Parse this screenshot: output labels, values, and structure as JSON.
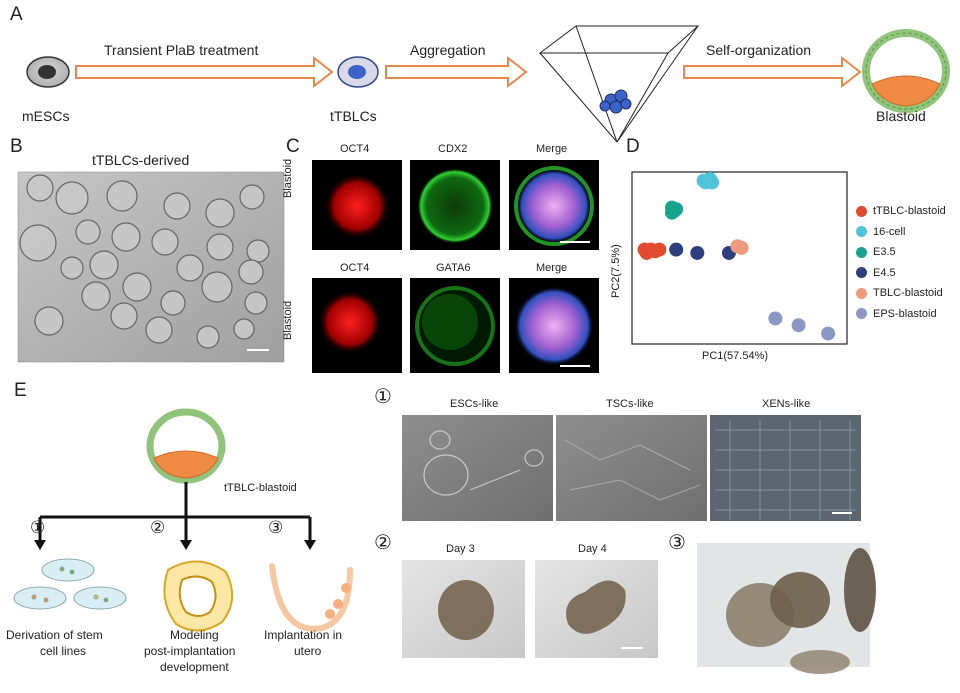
{
  "panels": {
    "A": "A",
    "B": "B",
    "C": "C",
    "D": "D",
    "E": "E"
  },
  "workflow": {
    "start_label": "mESCs",
    "step1": "Transient PlaB treatment",
    "middle_label": "tTBLCs",
    "step2": "Aggregation",
    "step3": "Self-organization",
    "end_label": "Blastoid"
  },
  "panel_b": {
    "title": "tTBLCs-derived"
  },
  "panel_c": {
    "row1": {
      "channels": [
        "OCT4",
        "CDX2",
        "Merge"
      ],
      "side_label": "Blastoid"
    },
    "row2": {
      "channels": [
        "OCT4",
        "GATA6",
        "Merge"
      ],
      "side_label": "Blastoid"
    }
  },
  "chart_data": {
    "type": "scatter",
    "xlabel": "PC1(57.54%)",
    "ylabel": "PC2(7.5%)",
    "legend_position": "right",
    "series": [
      {
        "name": "tTBLC-blastoid",
        "color": "#e04a2f",
        "points": [
          [
            0.05,
            0.45
          ],
          [
            0.08,
            0.45
          ],
          [
            0.1,
            0.46
          ],
          [
            0.12,
            0.45
          ],
          [
            0.06,
            0.47
          ]
        ]
      },
      {
        "name": "16-cell",
        "color": "#4fc3d9",
        "points": [
          [
            0.33,
            0.04
          ],
          [
            0.36,
            0.03
          ],
          [
            0.34,
            0.05
          ],
          [
            0.37,
            0.05
          ]
        ]
      },
      {
        "name": "E3.5",
        "color": "#17a48c",
        "points": [
          [
            0.18,
            0.2
          ],
          [
            0.19,
            0.22
          ],
          [
            0.2,
            0.21
          ],
          [
            0.18,
            0.23
          ]
        ]
      },
      {
        "name": "E4.5",
        "color": "#2d3f7c",
        "points": [
          [
            0.2,
            0.45
          ],
          [
            0.3,
            0.47
          ],
          [
            0.45,
            0.47
          ]
        ]
      },
      {
        "name": "TBLC-blastoid",
        "color": "#ef9a7d",
        "points": [
          [
            0.49,
            0.43
          ],
          [
            0.51,
            0.44
          ]
        ]
      },
      {
        "name": "EPS-blastoid",
        "color": "#8b98c4",
        "points": [
          [
            0.67,
            0.86
          ],
          [
            0.78,
            0.9
          ],
          [
            0.92,
            0.95
          ]
        ]
      }
    ]
  },
  "panel_e": {
    "blastoid_label": "tTBLC-blastoid",
    "branches": [
      {
        "num": "①",
        "line1": "Derivation of stem",
        "line2": "cell lines"
      },
      {
        "num": "②",
        "line1": "Modeling",
        "line2": "post-implantation",
        "line3": "development"
      },
      {
        "num": "③",
        "line1": "Implantation in",
        "line2": "utero"
      }
    ],
    "row1_num": "①",
    "row1_titles": [
      "ESCs-like",
      "TSCs-like",
      "XENs-like"
    ],
    "row2_num": "②",
    "row2_titles": [
      "Day 3",
      "Day 4"
    ],
    "row2b_num": "③"
  }
}
